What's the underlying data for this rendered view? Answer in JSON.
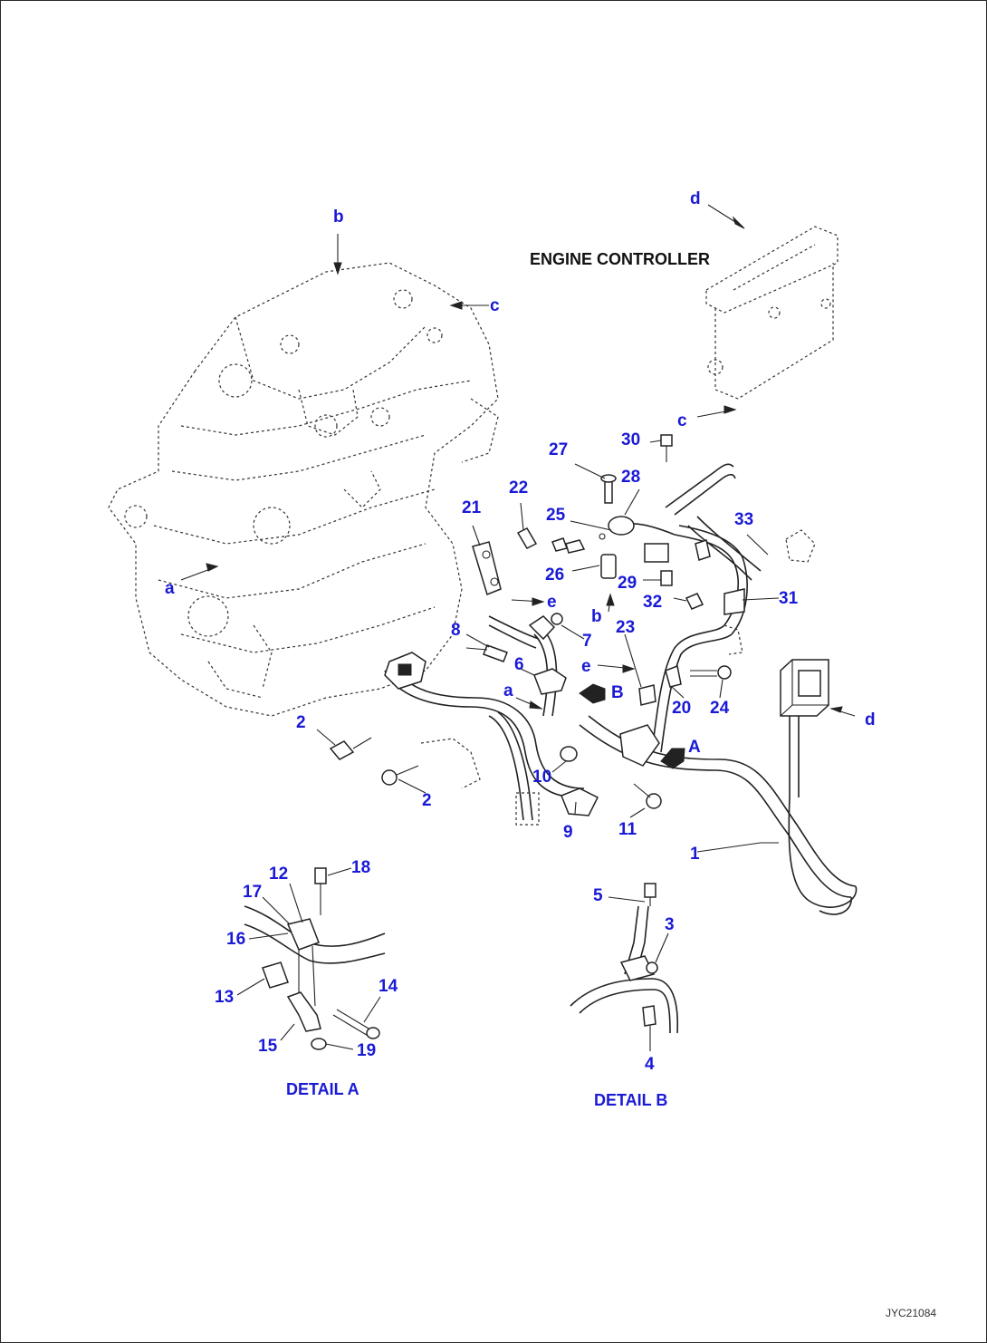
{
  "title": "ENGINE CONTROLLER",
  "code": "JYC21084",
  "details": {
    "a": "DETAIL A",
    "b": "DETAIL B"
  },
  "callouts": {
    "c1": "1",
    "c2a": "2",
    "c2b": "2",
    "c3": "3",
    "c4": "4",
    "c5": "5",
    "c6": "6",
    "c7": "7",
    "c8": "8",
    "c9": "9",
    "c10": "10",
    "c11": "11",
    "c12": "12",
    "c13": "13",
    "c14": "14",
    "c15": "15",
    "c16": "16",
    "c17": "17",
    "c18": "18",
    "c19": "19",
    "c20": "20",
    "c21": "21",
    "c22": "22",
    "c23": "23",
    "c24": "24",
    "c25": "25",
    "c26": "26",
    "c27": "27",
    "c28": "28",
    "c29": "29",
    "c30": "30",
    "c31": "31",
    "c32": "32",
    "c33": "33"
  },
  "letters": {
    "a1": "a",
    "a2": "a",
    "b1": "b",
    "b2": "b",
    "c1": "c",
    "c2": "c",
    "d1": "d",
    "d2": "d",
    "e1": "e",
    "e2": "e",
    "A": "A",
    "B": "B"
  },
  "colors": {
    "callout": "#1a1ad6",
    "line": "#222222",
    "background": "#ffffff"
  }
}
